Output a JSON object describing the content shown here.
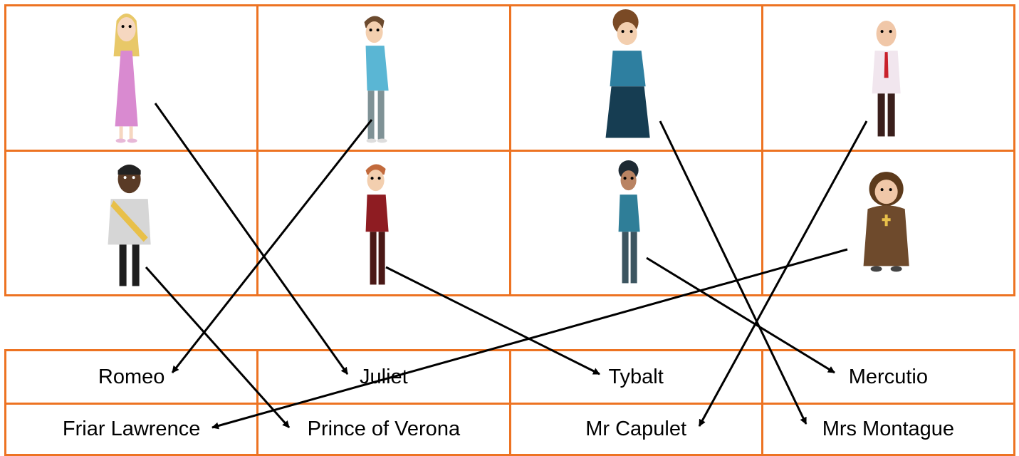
{
  "title": "",
  "colors": {
    "border": "#ED7322",
    "arrow": "#000000"
  },
  "pictures": [
    {
      "icon": "girl-pink-dress-figure-icon"
    },
    {
      "icon": "boy-blue-shirt-figure-icon"
    },
    {
      "icon": "woman-dark-skirt-figure-icon"
    },
    {
      "icon": "bald-man-red-tie-figure-icon"
    },
    {
      "icon": "prince-sash-figure-icon"
    },
    {
      "icon": "redhead-boy-figure-icon"
    },
    {
      "icon": "curly-hair-boy-figure-icon"
    },
    {
      "icon": "friar-robe-figure-icon"
    }
  ],
  "names": [
    "Romeo",
    "Juliet",
    "Tybalt",
    "Mercutio",
    "Friar Lawrence",
    "Prince of Verona",
    "Mr Capulet",
    "Mrs Montague"
  ],
  "matches": [
    {
      "from_picture": 0,
      "to_name": "Juliet"
    },
    {
      "from_picture": 1,
      "to_name": "Romeo"
    },
    {
      "from_picture": 2,
      "to_name": "Mrs Montague"
    },
    {
      "from_picture": 3,
      "to_name": "Mr Capulet"
    },
    {
      "from_picture": 4,
      "to_name": "Prince of Verona"
    },
    {
      "from_picture": 5,
      "to_name": "Tybalt"
    },
    {
      "from_picture": 6,
      "to_name": "Mercutio"
    },
    {
      "from_picture": 7,
      "to_name": "Friar Lawrence"
    }
  ]
}
